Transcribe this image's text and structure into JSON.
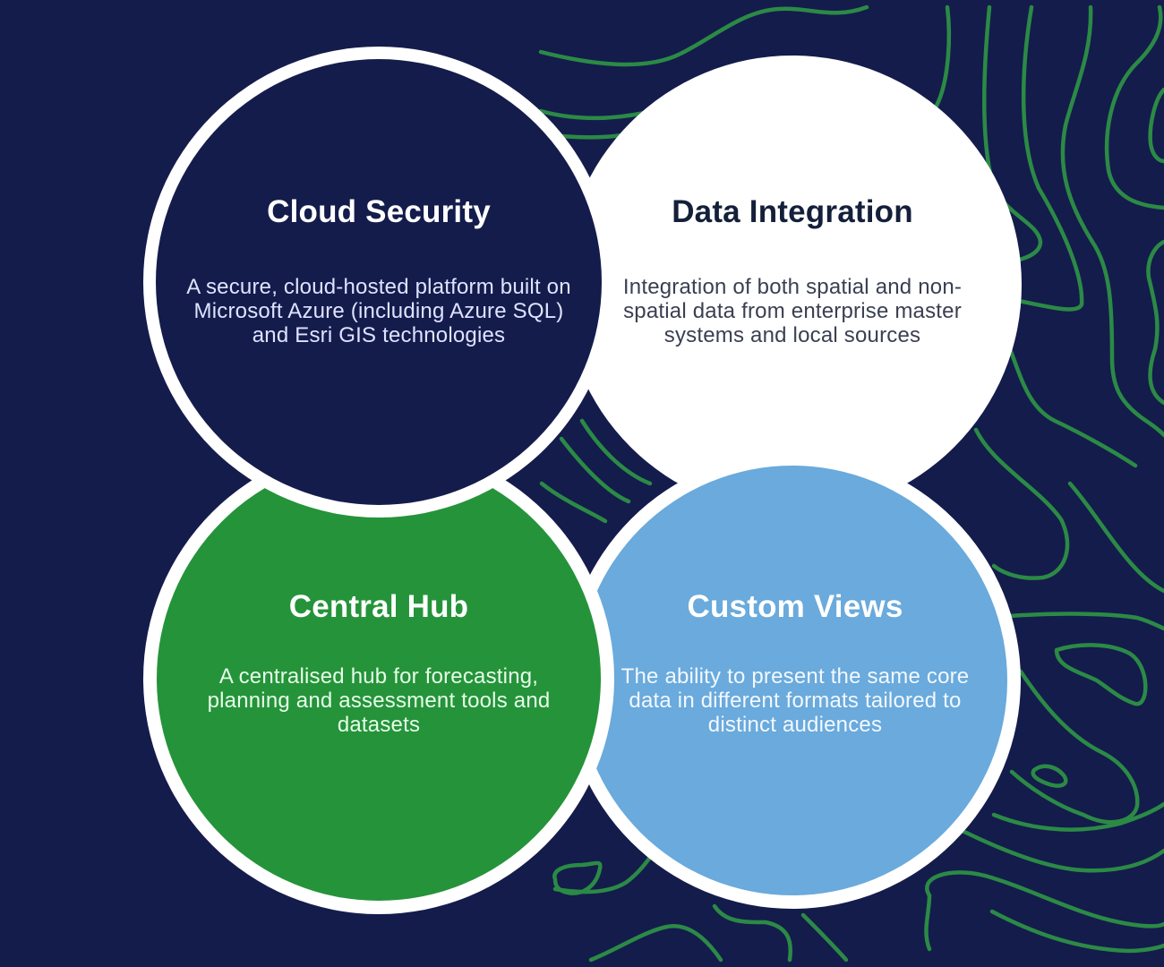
{
  "colors": {
    "background": "#141c4c",
    "contour": "#2b8a45",
    "ring": "#ffffff",
    "cloud_security_fill": "#141c4c",
    "data_integration_fill": "#ffffff",
    "central_hub_fill": "#25933a",
    "custom_views_fill": "#6aaadc"
  },
  "circles": [
    {
      "id": "cloud-security",
      "title": "Cloud Security",
      "description": "A secure, cloud-hosted platform built on Microsoft Azure (including Azure SQL) and Esri GIS technologies"
    },
    {
      "id": "data-integration",
      "title": "Data Integration",
      "description": "Integration of both spatial and non-spatial data from enterprise master systems and local sources"
    },
    {
      "id": "central-hub",
      "title": "Central Hub",
      "description": "A centralised hub for forecasting, planning and assessment tools and datasets"
    },
    {
      "id": "custom-views",
      "title": "Custom Views",
      "description": "The ability to present the same core data in different formats tailored to distinct audiences"
    }
  ]
}
